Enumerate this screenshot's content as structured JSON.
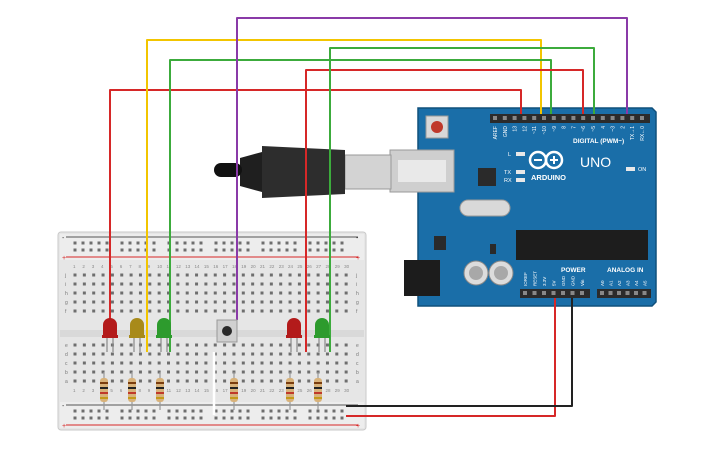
{
  "board": {
    "brand_text": "ARDUINO",
    "model_text": "UNO",
    "digital_label": "DIGITAL (PWM~)",
    "power_label": "POWER",
    "analog_label": "ANALOG IN",
    "on_label": "ON",
    "l_label": "L",
    "tx_label": "TX",
    "rx_label": "RX",
    "digital_pins": [
      "AREF",
      "GND",
      "13",
      "12",
      "~11",
      "~10",
      "~9",
      "8",
      "7",
      "~6",
      "~5",
      "4",
      "~3",
      "2",
      "TX→1",
      "RX←0"
    ],
    "power_pins": [
      "IOREF",
      "RESET",
      "3.3V",
      "5V",
      "GND",
      "GND",
      "Vin"
    ],
    "analog_pins": [
      "A0",
      "A1",
      "A2",
      "A3",
      "A4",
      "A5"
    ]
  },
  "breadboard": {
    "row_letters_top": [
      "j",
      "i",
      "h",
      "g",
      "f"
    ],
    "row_letters_bottom": [
      "e",
      "d",
      "c",
      "b",
      "a"
    ],
    "column_numbers": [
      "1",
      "2",
      "3",
      "4",
      "5",
      "6",
      "7",
      "8",
      "9",
      "10",
      "11",
      "12",
      "13",
      "14",
      "15",
      "16",
      "17",
      "18",
      "19",
      "20",
      "21",
      "22",
      "23",
      "24",
      "25",
      "26",
      "27",
      "28",
      "29",
      "30"
    ]
  },
  "colors": {
    "board_blue": "#1a6ea8",
    "board_dark": "#155a8a",
    "wire_red": "#d62828",
    "wire_yellow": "#f2c500",
    "wire_green": "#3cab3c",
    "wire_purple": "#8a3aa8",
    "wire_black": "#222222",
    "led_red": "#b31b1b",
    "led_yellow": "#a88a1a",
    "led_green": "#2d9b2d",
    "breadboard": "#e9e9e9"
  },
  "components": {
    "leds": [
      "red",
      "yellow",
      "green",
      "red",
      "green"
    ],
    "resistors": 6,
    "pushbutton": 1,
    "usb_cable": 1
  }
}
